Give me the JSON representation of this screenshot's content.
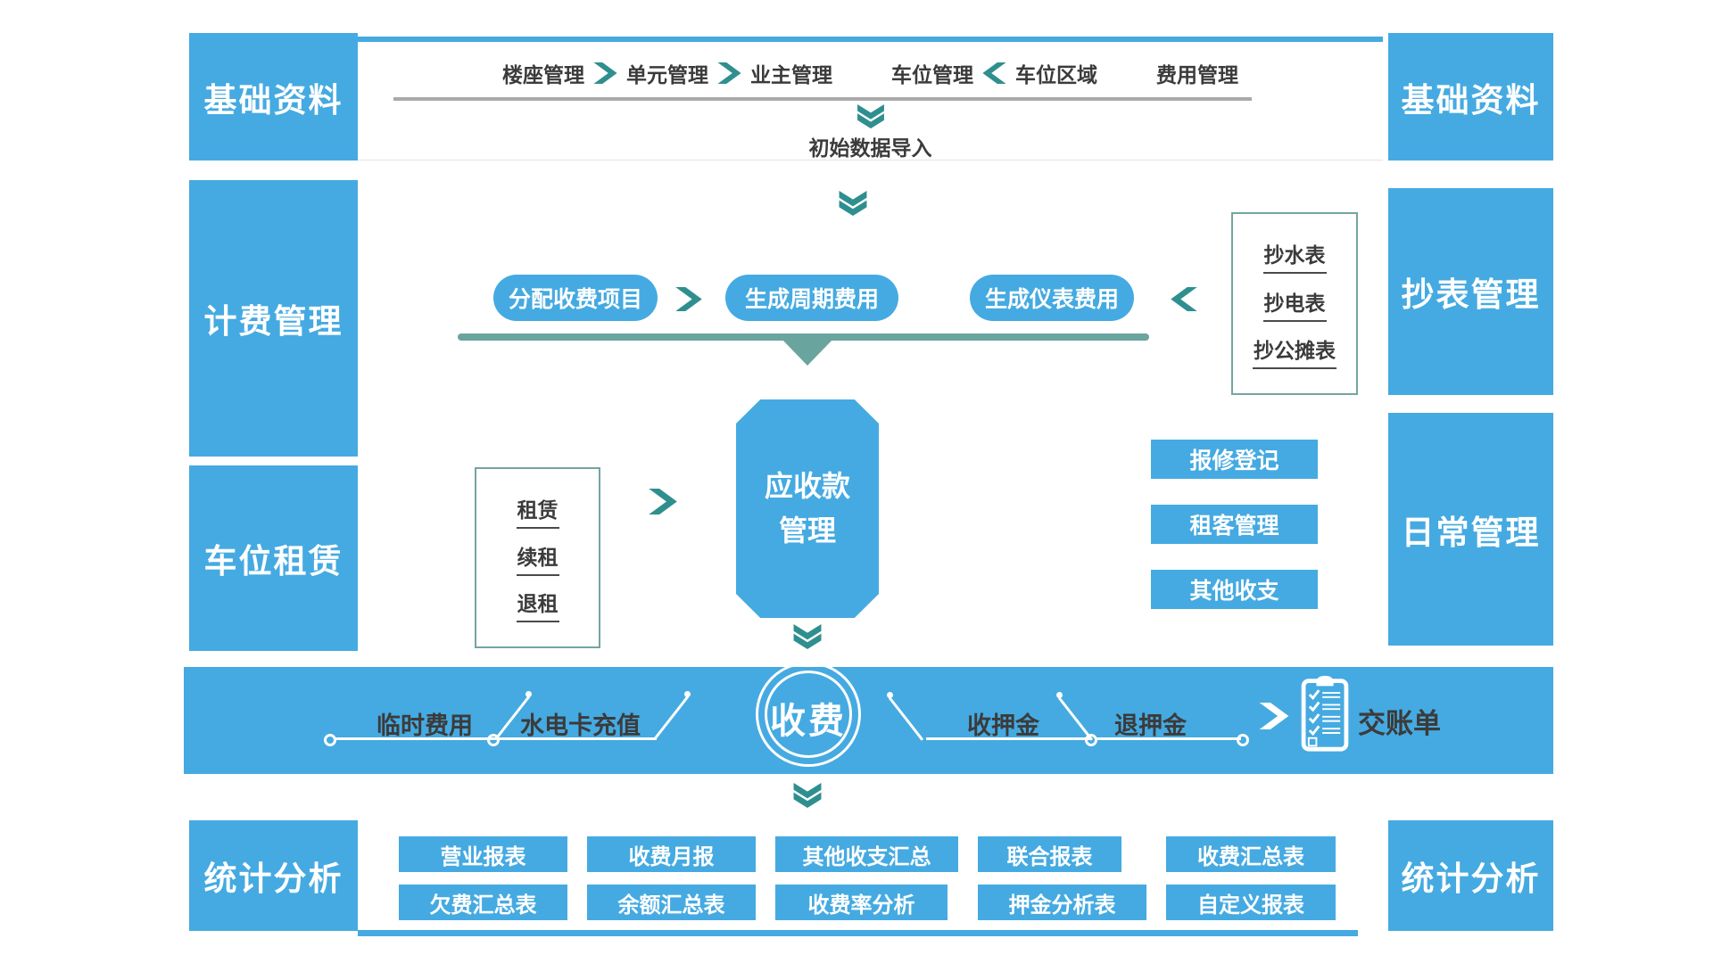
{
  "colors": {
    "module_blue": "#45aae1",
    "arrow_teal": "#2f8f8f",
    "line_teal": "#6aa49e",
    "divider_gray": "#a9a9a9",
    "text_dark": "#3b3b3b"
  },
  "sections": {
    "basic": {
      "left_label": "基础资料",
      "right_label": "基础资料",
      "flow": [
        "楼座管理",
        "单元管理",
        "业主管理",
        "车位管理",
        "车位区域",
        "费用管理"
      ],
      "import_label": "初始数据导入"
    },
    "billing": {
      "left_label": "计费管理",
      "right_label": "抄表管理",
      "pills": [
        "分配收费项目",
        "生成周期费用",
        "生成仪表费用"
      ],
      "meter_items": [
        "抄水表",
        "抄电表",
        "抄公摊表"
      ]
    },
    "parking": {
      "left_label": "车位租赁",
      "right_label": "日常管理",
      "rental_items": [
        "租赁",
        "续租",
        "退租"
      ],
      "receivable_line1": "应收款",
      "receivable_line2": "管理",
      "daily_buttons": [
        "报修登记",
        "租客管理",
        "其他收支"
      ]
    },
    "charge_band": {
      "left_items": [
        "临时费用",
        "水电卡充值"
      ],
      "center_label": "收费",
      "right_items": [
        "收押金",
        "退押金"
      ],
      "voucher_label": "交账单"
    },
    "stats": {
      "left_label": "统计分析",
      "right_label": "统计分析",
      "buttons_row1": [
        "营业报表",
        "收费月报",
        "其他收支汇总",
        "联合报表",
        "收费汇总表"
      ],
      "buttons_row2": [
        "欠费汇总表",
        "余额汇总表",
        "收费率分析",
        "押金分析表",
        "自定义报表"
      ]
    }
  }
}
